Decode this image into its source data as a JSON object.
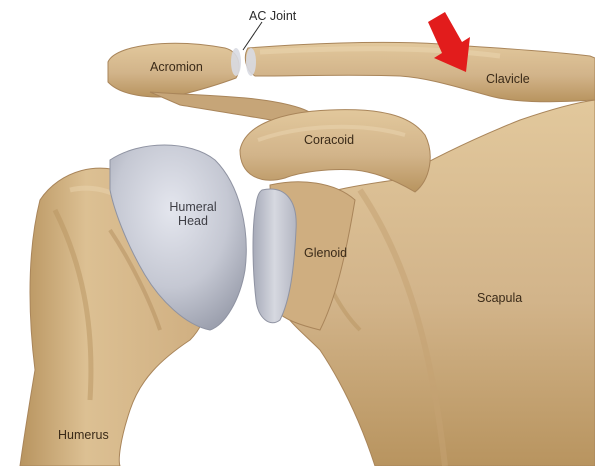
{
  "labels": {
    "ac_joint": "AC Joint",
    "acromion": "Acromion",
    "clavicle": "Clavicle",
    "coracoid": "Coracoid",
    "humeral_head_line1": "Humeral",
    "humeral_head_line2": "Head",
    "glenoid": "Glenoid",
    "scapula": "Scapula",
    "humerus": "Humerus"
  },
  "colors": {
    "bone": "#d2b48a",
    "bone_shadow": "#a9855a",
    "bone_highlight": "#e6cfa6",
    "cartilage": "#c9ccd6",
    "cartilage_shadow": "#9ea2b0",
    "arrow": "#e21c1c"
  },
  "icons": {
    "pointer": "red-arrow-icon"
  }
}
